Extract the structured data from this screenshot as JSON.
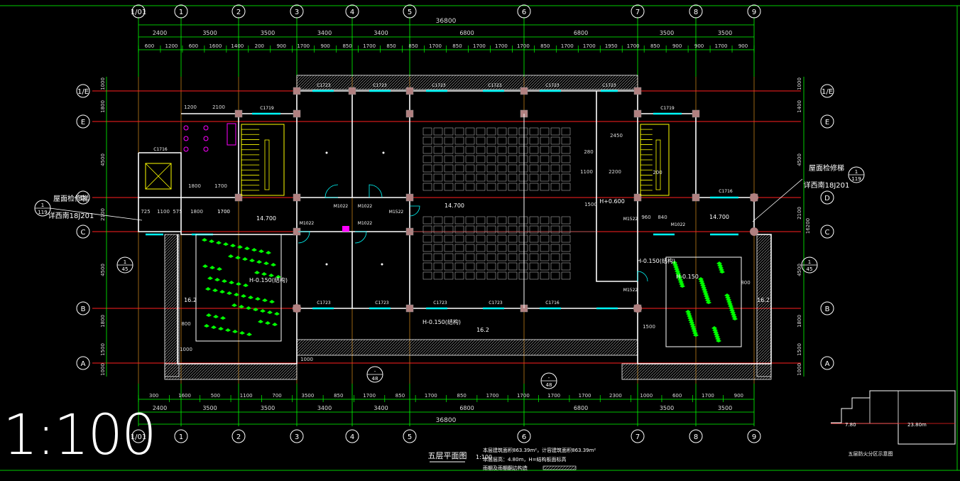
{
  "drawing": {
    "scale_label": "1:100",
    "title": "五层平面图",
    "title_scale": "1:100",
    "area_note_1": "本层建筑面积863.39m²，计容建筑面积863.39m²",
    "area_note_2": "本层层高：4.80m，H=结构板面标高",
    "area_note_3": "雨棚及雨棚翻边构造",
    "key_plan_label_1": "7.80",
    "key_plan_label_2": "23.80m",
    "key_plan_caption": "五层防火分区示意图"
  },
  "axes_top": [
    "1/01",
    "1",
    "2",
    "3",
    "4",
    "5",
    "6",
    "7",
    "8",
    "9"
  ],
  "axes_bottom": [
    "1/01",
    "1",
    "2",
    "3",
    "4",
    "5",
    "6",
    "7",
    "8",
    "9"
  ],
  "axes_left": [
    "1/E",
    "E",
    "D",
    "C",
    "B",
    "A"
  ],
  "axes_right": [
    "1/E",
    "E",
    "D",
    "C",
    "B",
    "A"
  ],
  "dims_top_total": "36800",
  "dims_top_row1": [
    "2400",
    "3500",
    "3500",
    "3400",
    "3400",
    "6800",
    "6800",
    "3500",
    "3500"
  ],
  "dims_top_row2": [
    "600",
    "1200",
    "600",
    "1600",
    "1400",
    "200",
    "900",
    "1700",
    "900",
    "850",
    "1700",
    "850",
    "850",
    "1700",
    "850",
    "1700",
    "1700",
    "1700",
    "850",
    "1700",
    "1700",
    "1950",
    "1700",
    "850",
    "900",
    "900",
    "1700",
    "900"
  ],
  "dims_bottom_row1": [
    "300",
    "1600",
    "500",
    "1100",
    "700",
    "3500",
    "850",
    "1700",
    "850",
    "1700",
    "850",
    "1700",
    "1700",
    "1700",
    "1700",
    "2300",
    "1000",
    "600",
    "1700",
    "900"
  ],
  "dims_bottom_row2": [
    "2400",
    "3500",
    "3500",
    "3400",
    "3400",
    "6800",
    "6800",
    "3500",
    "3500"
  ],
  "dims_bottom_total": "36800",
  "dims_left": [
    "1000",
    "1800",
    "4500",
    "2100",
    "4500",
    "1800",
    "1500",
    "1000"
  ],
  "dims_right": [
    "1000",
    "1400",
    "4500",
    "16200",
    "2100",
    "4500",
    "1800",
    "1500",
    "1000"
  ],
  "callouts": {
    "left_roof_ladder": "屋面检修梯",
    "left_ref": "详西南18J201",
    "left_circle_top": "1",
    "left_circle_bottom": "119",
    "right_roof_ladder": "屋面检修梯",
    "right_ref": "详西南18J201",
    "right_circle_top": "1",
    "right_circle_bottom": "119",
    "detail_45_top": "1",
    "detail_45_bottom": "45",
    "detail_48_top": "-",
    "detail_48_bottom": "48"
  },
  "elevations": [
    "14.700",
    "14.700",
    "14.700",
    "H-0.150(结构)",
    "H+0.600",
    "H-0.150",
    "H-0.150(结构)",
    "H-0.150(结构)",
    "16.2",
    "16.2",
    "16.2"
  ],
  "window_labels": [
    "C1723",
    "C1723",
    "C1723",
    "C1723",
    "C1723",
    "C1723",
    "C1719",
    "C1716",
    "C1723",
    "C1723",
    "C1723",
    "C1723",
    "C1716",
    "C1719",
    "C1716"
  ],
  "door_labels": [
    "M1022",
    "M1022",
    "M1022",
    "M1022",
    "M1522",
    "M1522",
    "M1022",
    "M1522"
  ],
  "misc_labels": [
    "2450",
    "2200",
    "280",
    "1100",
    "1500",
    "800",
    "1500",
    "1000",
    "1000",
    "800",
    "200",
    "2100",
    "1200",
    "1700",
    "1800",
    "1700",
    "725",
    "1100",
    "575",
    "1800",
    "1700",
    "960",
    "840"
  ],
  "colors": {
    "background": "#000000",
    "axis_green": "#00ff00",
    "axis_red": "#ff2020",
    "wall_white": "#ffffff",
    "dim_white": "#dddddd",
    "window_cyan": "#00ffff",
    "stair_yellow": "#ffff00",
    "magenta": "#ff00ff",
    "column_gray": "#b08080"
  }
}
